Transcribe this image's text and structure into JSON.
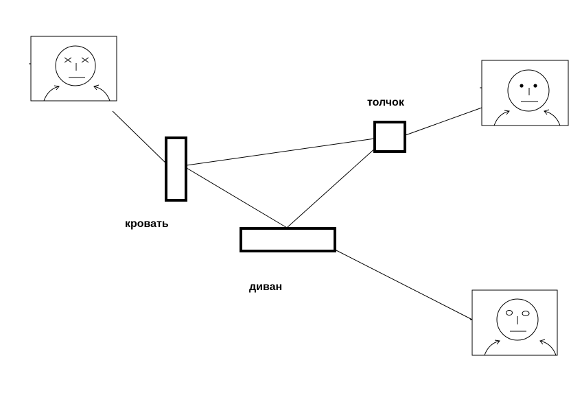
{
  "diagram": {
    "labels": {
      "bed": "кровать",
      "toilet": "толчок",
      "sofa": "диван"
    },
    "faces": {
      "top_left": "eyes-crossed",
      "top_right": "eyes-dots",
      "bottom_right": "eyes-open"
    },
    "colors": {
      "line": "#000000",
      "background": "#ffffff"
    }
  }
}
